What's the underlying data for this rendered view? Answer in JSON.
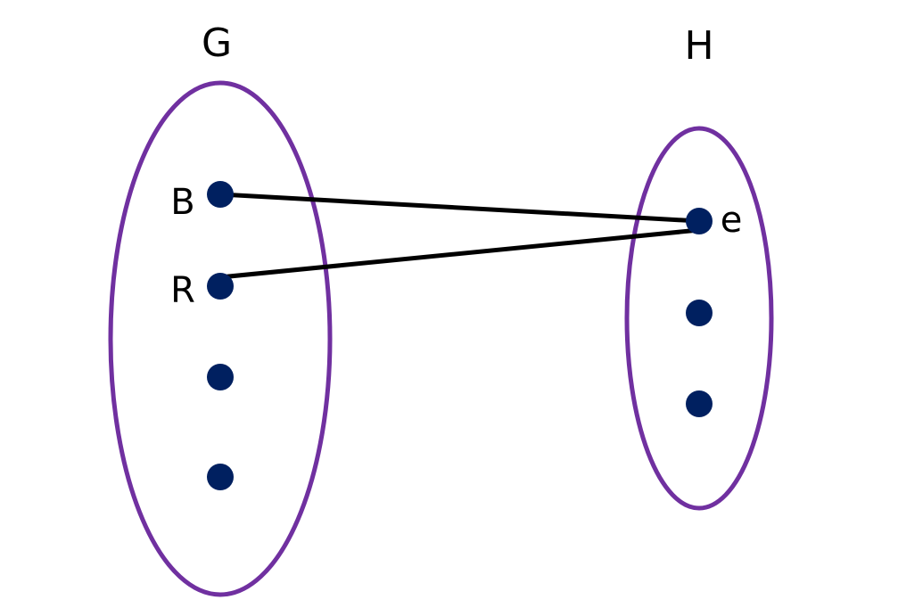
{
  "colors": {
    "set_outline": "#7030A0",
    "node_fill": "#002060",
    "edge": "#000000",
    "text": "#000000",
    "background": "#FFFFFF"
  },
  "sets": {
    "G": {
      "label": "G",
      "nodes": [
        {
          "label": "B"
        },
        {
          "label": "R"
        },
        {
          "label": ""
        },
        {
          "label": ""
        }
      ]
    },
    "H": {
      "label": "H",
      "nodes": [
        {
          "label": "e"
        },
        {
          "label": ""
        },
        {
          "label": ""
        }
      ]
    }
  },
  "edges": [
    {
      "from": "B",
      "to": "e"
    },
    {
      "from": "R",
      "to": "e"
    }
  ]
}
